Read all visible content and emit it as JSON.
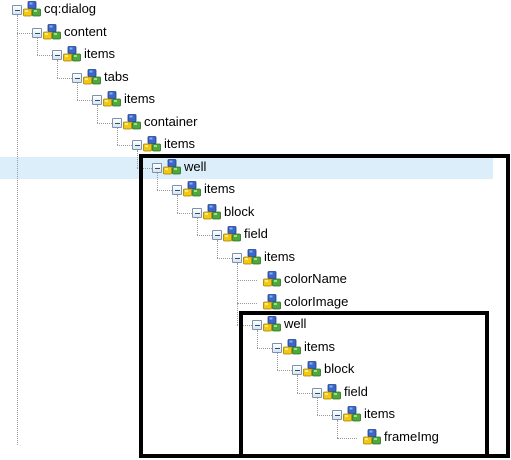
{
  "tree": {
    "selected_node_index": 7,
    "nodes": [
      {
        "label": "cq:dialog",
        "depth": 0,
        "expanded": true,
        "last": true,
        "icon": "node-icon"
      },
      {
        "label": "content",
        "depth": 1,
        "expanded": true,
        "last": true,
        "icon": "node-icon"
      },
      {
        "label": "items",
        "depth": 2,
        "expanded": true,
        "last": true,
        "icon": "node-icon"
      },
      {
        "label": "tabs",
        "depth": 3,
        "expanded": true,
        "last": true,
        "icon": "node-icon"
      },
      {
        "label": "items",
        "depth": 4,
        "expanded": true,
        "last": true,
        "icon": "node-icon"
      },
      {
        "label": "container",
        "depth": 5,
        "expanded": true,
        "last": true,
        "icon": "node-icon"
      },
      {
        "label": "items",
        "depth": 6,
        "expanded": true,
        "last": true,
        "icon": "node-icon"
      },
      {
        "label": "well",
        "depth": 7,
        "expanded": true,
        "last": true,
        "icon": "node-icon"
      },
      {
        "label": "items",
        "depth": 8,
        "expanded": true,
        "last": true,
        "icon": "node-icon"
      },
      {
        "label": "block",
        "depth": 9,
        "expanded": true,
        "last": true,
        "icon": "node-icon"
      },
      {
        "label": "field",
        "depth": 10,
        "expanded": true,
        "last": true,
        "icon": "node-icon"
      },
      {
        "label": "items",
        "depth": 11,
        "expanded": true,
        "last": true,
        "icon": "node-icon"
      },
      {
        "label": "colorName",
        "depth": 12,
        "expanded": null,
        "last": false,
        "icon": "node-icon"
      },
      {
        "label": "colorImage",
        "depth": 12,
        "expanded": null,
        "last": false,
        "icon": "node-icon"
      },
      {
        "label": "well",
        "depth": 12,
        "expanded": true,
        "last": true,
        "icon": "node-icon"
      },
      {
        "label": "items",
        "depth": 13,
        "expanded": true,
        "last": true,
        "icon": "node-icon"
      },
      {
        "label": "block",
        "depth": 14,
        "expanded": true,
        "last": true,
        "icon": "node-icon"
      },
      {
        "label": "field",
        "depth": 15,
        "expanded": true,
        "last": true,
        "icon": "node-icon"
      },
      {
        "label": "items",
        "depth": 16,
        "expanded": true,
        "last": true,
        "icon": "node-icon"
      },
      {
        "label": "frameImg",
        "depth": 17,
        "expanded": null,
        "last": true,
        "icon": "node-icon"
      }
    ],
    "highlight_boxes": [
      {
        "name": "outer-highlight-box",
        "from_node": 7,
        "to_node": 19,
        "color": "#000000"
      },
      {
        "name": "inner-highlight-box",
        "from_node": 14,
        "to_node": 19,
        "color": "#000000"
      }
    ]
  },
  "colors": {
    "selected_row": "#dceefa",
    "connector": "#9a9a9a",
    "icon_blue": "#3a67c9",
    "icon_yellow": "#f2c811",
    "icon_green": "#4fa83a"
  }
}
